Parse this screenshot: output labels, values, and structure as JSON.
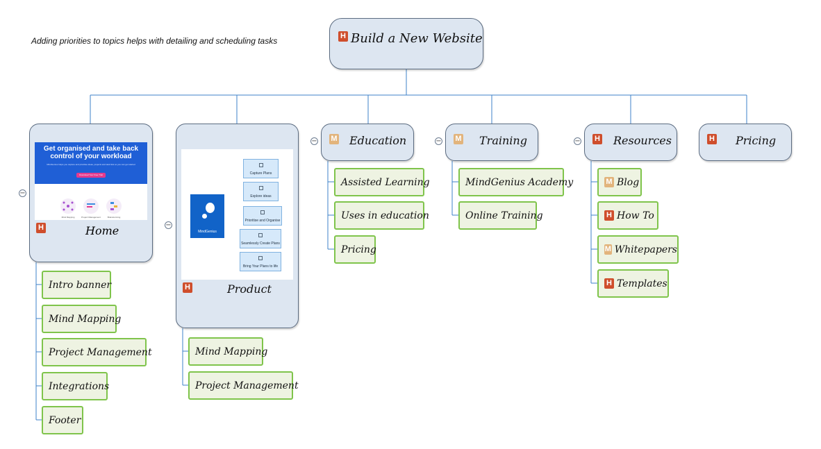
{
  "note": "Adding priorities to topics helps with detailing and scheduling tasks",
  "central": {
    "label": "Build a New Website",
    "priority": "H"
  },
  "branches": [
    {
      "label": "Home",
      "priority": "H",
      "subtopics": [
        {
          "label": "Intro banner"
        },
        {
          "label": "Mind Mapping"
        },
        {
          "label": "Project Management"
        },
        {
          "label": "Integrations"
        },
        {
          "label": "Footer"
        }
      ]
    },
    {
      "label": "Product",
      "priority": "H",
      "subtopics": [
        {
          "label": "Mind Mapping"
        },
        {
          "label": "Project Management"
        }
      ]
    },
    {
      "label": "Education",
      "priority": "M",
      "subtopics": [
        {
          "label": "Assisted Learning"
        },
        {
          "label": "Uses in education"
        },
        {
          "label": "Pricing"
        }
      ]
    },
    {
      "label": "Training",
      "priority": "M",
      "subtopics": [
        {
          "label": "MindGenius Academy"
        },
        {
          "label": "Online Training"
        }
      ]
    },
    {
      "label": "Resources",
      "priority": "H",
      "subtopics": [
        {
          "label": "Blog",
          "priority": "M"
        },
        {
          "label": "How To",
          "priority": "H"
        },
        {
          "label": "Whitepapers",
          "priority": "M"
        },
        {
          "label": "Templates",
          "priority": "H"
        }
      ]
    },
    {
      "label": "Pricing",
      "priority": "H",
      "subtopics": []
    }
  ],
  "home_image": {
    "heading": "Get organised and take back control of your workload",
    "body": "MindGenius helps you capture and prioritise ideas, projects and task lists so you can get started",
    "button": "Download Your Free Trial",
    "captions": [
      "Mind Mapping",
      "Project Management",
      "Brainstorming"
    ]
  },
  "product_image": {
    "logo": "MindGenius",
    "steps": [
      "Capture Plans",
      "Explore ideas",
      "Prioritise and Organise",
      "Seamlessly Create Plans",
      "Bring Your Plans to life"
    ]
  },
  "colors": {
    "topic_fill": "#dde6f1",
    "subtopic_fill": "#eef3e2",
    "subtopic_border": "#7fc44b",
    "connector": "#3e82c8",
    "priority_high": "#cf4e2c",
    "priority_medium": "#e2b47c"
  }
}
